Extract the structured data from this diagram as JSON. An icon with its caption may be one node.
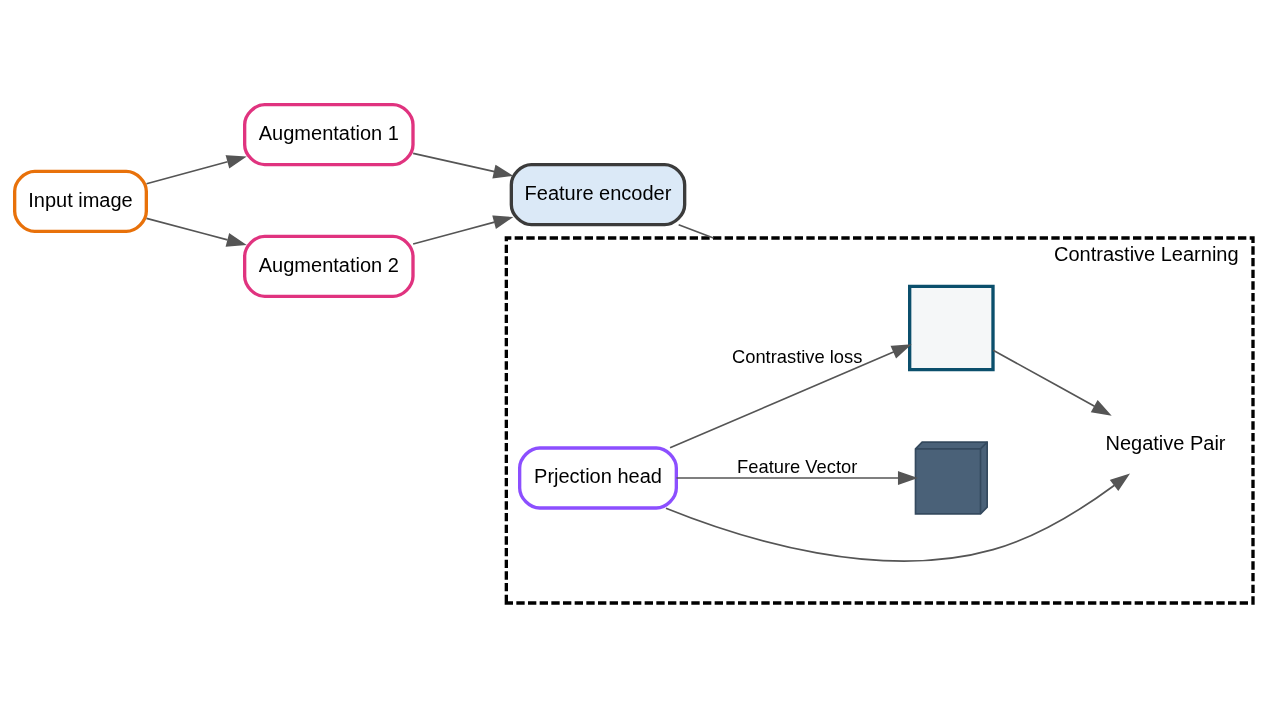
{
  "diagram": {
    "nodes": [
      {
        "text": [
          "Input image"
        ]
      },
      {
        "text": [
          "Augmentation 1"
        ]
      },
      {
        "text": [
          "Augmentation 2"
        ]
      },
      {
        "text": [
          "Feature encoder"
        ]
      },
      {
        "text": [
          "Contrastive Learning"
        ]
      },
      {
        "text": [],
        "shape": "box",
        "in": 4
      },
      {
        "text": [
          "Prjection head"
        ],
        "in": 4
      },
      {
        "text": [
          "Negative Pair"
        ],
        "in": 4
      },
      {
        "text": [],
        "shape": "cube",
        "in": 4
      }
    ],
    "edges": [
      {
        "from": 0,
        "to": 1,
        "arrow": "to"
      },
      {
        "from": 0,
        "to": 2,
        "arrow": "to"
      },
      {
        "from": 1,
        "to": 3,
        "arrow": "to"
      },
      {
        "from": 2,
        "to": 3,
        "arrow": "to"
      },
      {
        "from": 3,
        "to": 4,
        "arrow": "none"
      },
      {
        "from": 6,
        "to": 5,
        "arrow": "to",
        "label": "Contrastive loss"
      },
      {
        "from": 5,
        "to": 7,
        "arrow": "to"
      },
      {
        "from": 6,
        "to": 7,
        "arrow": "to"
      },
      {
        "from": 6,
        "to": 8,
        "arrow": "to",
        "label": "Feature Vector"
      }
    ]
  }
}
